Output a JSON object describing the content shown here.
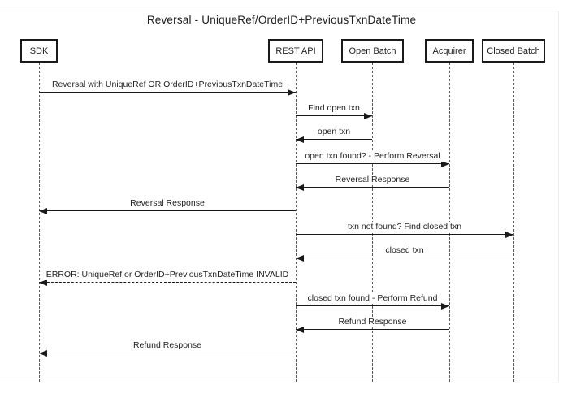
{
  "diagram": {
    "title": "Reversal - UniqueRef/OrderID+PreviousTxnDateTime",
    "actors": [
      {
        "id": "sdk",
        "label": "SDK"
      },
      {
        "id": "rest-api",
        "label": "REST API"
      },
      {
        "id": "open-batch",
        "label": "Open Batch"
      },
      {
        "id": "acquirer",
        "label": "Acquirer"
      },
      {
        "id": "closed-batch",
        "label": "Closed Batch"
      }
    ],
    "messages": [
      {
        "label": "Reversal with UniqueRef OR OrderID+PreviousTxnDateTime",
        "from": "sdk",
        "to": "rest-api",
        "line_style": "solid"
      },
      {
        "label": "Find open txn",
        "from": "rest-api",
        "to": "open-batch",
        "line_style": "solid"
      },
      {
        "label": "open txn",
        "from": "open-batch",
        "to": "rest-api",
        "line_style": "solid"
      },
      {
        "label": "open txn found? - Perform Reversal",
        "from": "rest-api",
        "to": "acquirer",
        "line_style": "solid"
      },
      {
        "label": "Reversal Response",
        "from": "acquirer",
        "to": "rest-api",
        "line_style": "solid"
      },
      {
        "label": "Reversal Response",
        "from": "rest-api",
        "to": "sdk",
        "line_style": "solid"
      },
      {
        "label": "txn not found? Find closed txn",
        "from": "rest-api",
        "to": "closed-batch",
        "line_style": "solid"
      },
      {
        "label": "closed txn",
        "from": "closed-batch",
        "to": "rest-api",
        "line_style": "solid"
      },
      {
        "label": "ERROR: UniqueRef or OrderID+PreviousTxnDateTime INVALID",
        "from": "rest-api",
        "to": "sdk",
        "line_style": "dashed"
      },
      {
        "label": "closed txn found - Perform Refund",
        "from": "rest-api",
        "to": "acquirer",
        "line_style": "solid"
      },
      {
        "label": "Refund Response",
        "from": "acquirer",
        "to": "rest-api",
        "line_style": "solid"
      },
      {
        "label": "Refund Response",
        "from": "rest-api",
        "to": "sdk",
        "line_style": "solid"
      }
    ],
    "colors": {
      "line": "#1a1a1a",
      "background": "#ffffff",
      "canvas_border": "#ededed"
    }
  }
}
